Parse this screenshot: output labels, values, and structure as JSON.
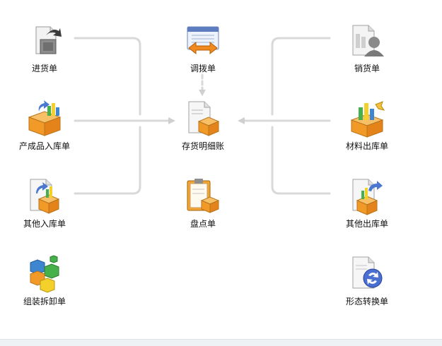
{
  "colors": {
    "connector": "#d8d8d8",
    "arrow": "#cfcfcf",
    "footer": "#eef2f4"
  },
  "nodes": {
    "purchase": {
      "label": "进货单",
      "icon": "purchase-icon"
    },
    "transfer": {
      "label": "调拨单",
      "icon": "transfer-icon"
    },
    "sales": {
      "label": "销货单",
      "icon": "sales-icon"
    },
    "product_in": {
      "label": "产成品入库单",
      "icon": "product-in-icon"
    },
    "detail": {
      "label": "存货明细账",
      "icon": "inventory-ledger-icon"
    },
    "material_out": {
      "label": "材料出库单",
      "icon": "material-out-icon"
    },
    "other_in": {
      "label": "其他入库单",
      "icon": "other-in-icon"
    },
    "stocktake": {
      "label": "盘点单",
      "icon": "stocktake-icon"
    },
    "other_out": {
      "label": "其他出库单",
      "icon": "other-out-icon"
    },
    "assembly": {
      "label": "组装拆卸单",
      "icon": "assembly-icon"
    },
    "form_convert": {
      "label": "形态转换单",
      "icon": "form-convert-icon"
    }
  }
}
